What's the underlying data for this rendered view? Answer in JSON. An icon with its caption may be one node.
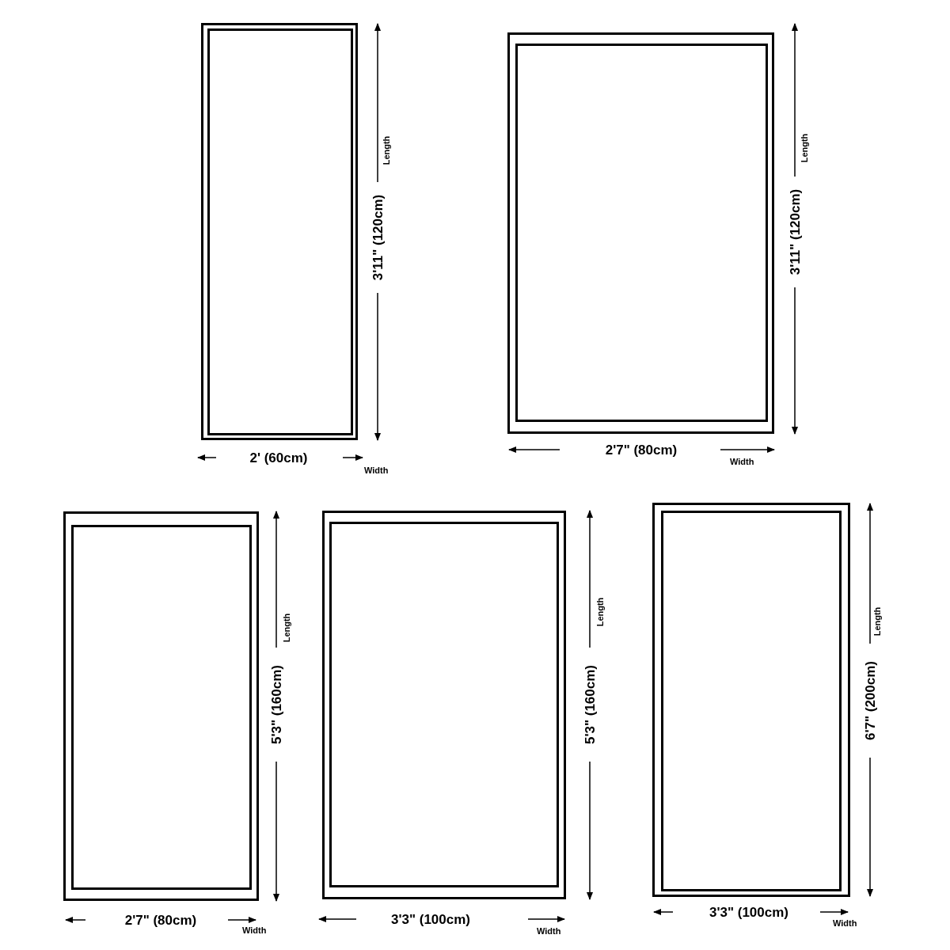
{
  "diagram": {
    "labels": [
      "Length",
      "3'11\" (120cm)",
      "2' (60cm)",
      "Width",
      "Length",
      "3'11\" (120cm)",
      "2'7\" (80cm)",
      "Width",
      "Length",
      "5'3\" (160cm)",
      "2'7\" (80cm)",
      "Width",
      "Length",
      "5'3\" (160cm)",
      "3'3\" (100cm)",
      "Width",
      "Length",
      "6'7\" (200cm)",
      "3'3\" (100cm)",
      "Width"
    ]
  }
}
